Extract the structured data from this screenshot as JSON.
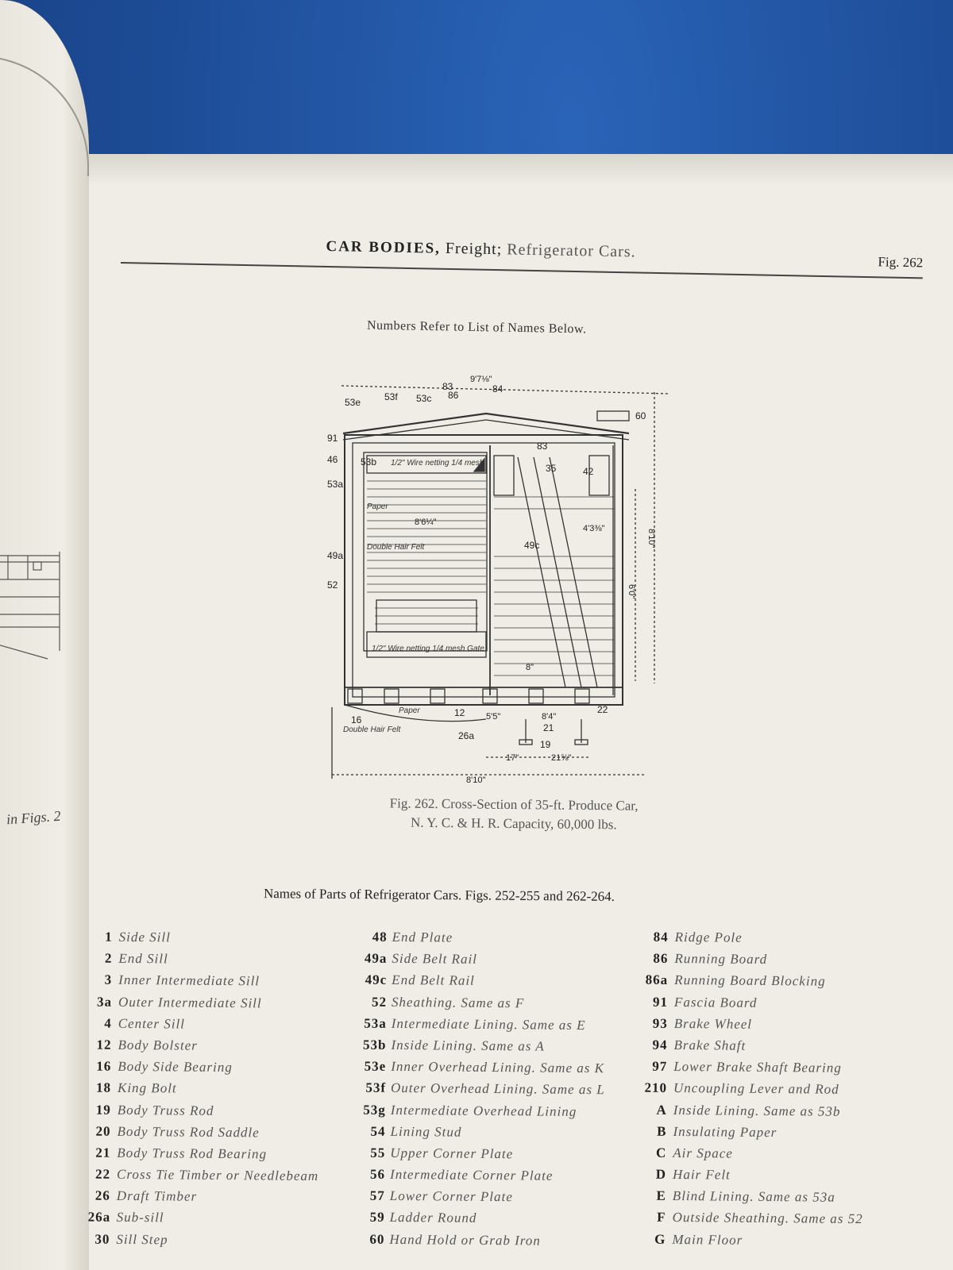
{
  "left_page": {
    "edge_text": "in Figs. 2"
  },
  "header": {
    "title_caps": "CAR BODIES,",
    "title_freight": "Freight;",
    "title_sub": "Refrigerator Cars.",
    "fig_label": "Fig. 262"
  },
  "subtitle": "Numbers Refer to List of Names Below.",
  "drawing": {
    "labels": [
      "53e",
      "53f",
      "53c",
      "83",
      "86",
      "84",
      "60",
      "91",
      "46",
      "53b",
      "53a",
      "49a",
      "52",
      "35",
      "42",
      "49c",
      "83",
      "12",
      "16",
      "22",
      "21",
      "19",
      "26a",
      "Paper",
      "Double Hair Felt",
      "Double Hair Felt",
      "Paper"
    ],
    "dimensions": [
      "9'7⅛\"",
      "8'6¼\"",
      "6'0\"",
      "8'10\"",
      "8'10\"",
      "17\"",
      "21⅝\"",
      "5'5\"",
      "8'4\"",
      "8\"",
      "4'3⅜\""
    ],
    "notes": [
      "1/2\" Wire netting 1/4 mesh",
      "1/2\" Wire netting 1/4 mesh Gate"
    ]
  },
  "caption": {
    "line1": "Fig. 262.  Cross-Section of 35-ft. Produce Car,",
    "line2": "N. Y. C. & H. R.   Capacity, 60,000 lbs."
  },
  "list_heading": "Names of Parts of Refrigerator Cars.  Figs. 252-255 and 262-264.",
  "parts": {
    "col1": [
      {
        "num": "1",
        "name": "Side Sill"
      },
      {
        "num": "2",
        "name": "End Sill"
      },
      {
        "num": "3",
        "name": "Inner Intermediate Sill"
      },
      {
        "num": "3a",
        "name": "Outer Intermediate Sill"
      },
      {
        "num": "4",
        "name": "Center Sill"
      },
      {
        "num": "12",
        "name": "Body Bolster"
      },
      {
        "num": "16",
        "name": "Body Side Bearing"
      },
      {
        "num": "18",
        "name": "King Bolt"
      },
      {
        "num": "19",
        "name": "Body Truss Rod"
      },
      {
        "num": "20",
        "name": "Body Truss Rod Saddle"
      },
      {
        "num": "21",
        "name": "Body Truss Rod Bearing"
      },
      {
        "num": "22",
        "name": "Cross Tie Timber or Needlebeam"
      },
      {
        "num": "26",
        "name": "Draft Timber"
      },
      {
        "num": "26a",
        "name": "Sub-sill"
      },
      {
        "num": "30",
        "name": "Sill Step"
      }
    ],
    "col2": [
      {
        "num": "48",
        "name": "End Plate"
      },
      {
        "num": "49a",
        "name": "Side Belt Rail"
      },
      {
        "num": "49c",
        "name": "End Belt Rail"
      },
      {
        "num": "52",
        "name": "Sheathing.  Same as F"
      },
      {
        "num": "53a",
        "name": "Intermediate Lining.  Same as E"
      },
      {
        "num": "53b",
        "name": "Inside Lining.  Same as A"
      },
      {
        "num": "53e",
        "name": "Inner Overhead Lining.  Same as K"
      },
      {
        "num": "53f",
        "name": "Outer Overhead Lining.  Same as L"
      },
      {
        "num": "53g",
        "name": "Intermediate Overhead Lining"
      },
      {
        "num": "54",
        "name": "Lining Stud"
      },
      {
        "num": "55",
        "name": "Upper Corner Plate"
      },
      {
        "num": "56",
        "name": "Intermediate Corner Plate"
      },
      {
        "num": "57",
        "name": "Lower Corner Plate"
      },
      {
        "num": "59",
        "name": "Ladder Round"
      },
      {
        "num": "60",
        "name": "Hand Hold or Grab Iron"
      }
    ],
    "col3": [
      {
        "num": "84",
        "name": "Ridge Pole"
      },
      {
        "num": "86",
        "name": "Running Board"
      },
      {
        "num": "86a",
        "name": "Running Board Blocking"
      },
      {
        "num": "91",
        "name": "Fascia Board"
      },
      {
        "num": "93",
        "name": "Brake Wheel"
      },
      {
        "num": "94",
        "name": "Brake Shaft"
      },
      {
        "num": "97",
        "name": "Lower Brake Shaft Bearing"
      },
      {
        "num": "210",
        "name": "Uncoupling Lever and Rod"
      },
      {
        "num": "A",
        "name": "Inside Lining.  Same as 53b"
      },
      {
        "num": "B",
        "name": "Insulating Paper"
      },
      {
        "num": "C",
        "name": "Air Space"
      },
      {
        "num": "D",
        "name": "Hair Felt"
      },
      {
        "num": "E",
        "name": "Blind Lining.  Same as 53a"
      },
      {
        "num": "F",
        "name": "Outside Sheathing.  Same as 52"
      },
      {
        "num": "G",
        "name": "Main Floor"
      }
    ]
  }
}
